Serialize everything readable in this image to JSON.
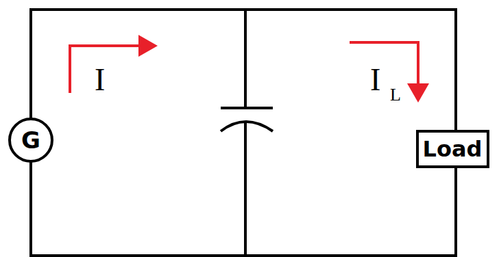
{
  "diagram": {
    "nodes": [
      {
        "text": [
          "G"
        ]
      },
      {
        "text": [
          "Load"
        ]
      }
    ],
    "edges": [
      {
        "from": 0,
        "to": 1,
        "arrow": "none"
      },
      {
        "from": 0,
        "to": 1,
        "arrow": "none"
      }
    ],
    "labels": [
      "I",
      "I",
      "L"
    ]
  }
}
